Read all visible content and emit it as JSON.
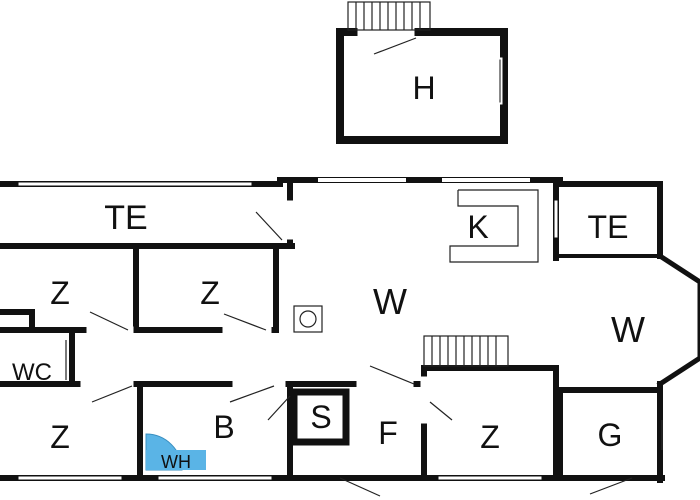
{
  "rooms": {
    "h": "H",
    "te_left": "TE",
    "te_right": "TE",
    "k": "K",
    "z_top_left": "Z",
    "z_top_mid": "Z",
    "w_main": "W",
    "w_right": "W",
    "wc": "WC",
    "z_bottom_left": "Z",
    "b": "B",
    "s": "S",
    "f": "F",
    "z_bottom_right": "Z",
    "g": "G",
    "wh": "WH"
  },
  "colors": {
    "wall": "#111111",
    "thin_line": "#222222",
    "wh_fill": "#5ab4e6"
  }
}
